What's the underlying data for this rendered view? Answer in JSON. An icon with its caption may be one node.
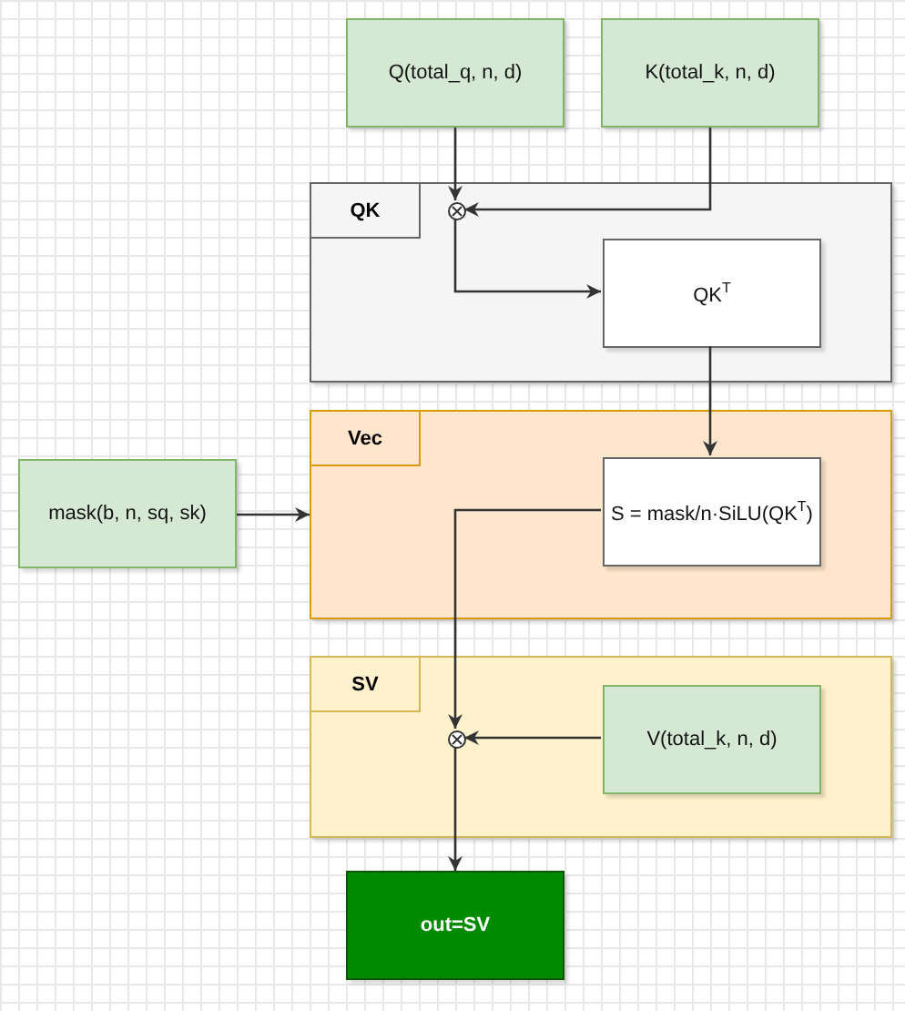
{
  "diagram": {
    "nodes": [
      {
        "text": [
          "Q(total_q, n, d)"
        ]
      },
      {
        "text": [
          "K(total_k, n, d)"
        ]
      },
      {
        "text": [
          "QK"
        ]
      },
      {
        "text": [],
        "shape": "circle",
        "in": 2
      },
      {
        "text": [
          "QK$^{T}$"
        ],
        "in": 2
      },
      {
        "text": [
          "Vec"
        ]
      },
      {
        "text": [
          "S = mask/n·SiLU(QK$^{T}$)"
        ],
        "in": 5
      },
      {
        "text": [
          "mask(b, n, sq, sk)"
        ]
      },
      {
        "text": [
          "SV"
        ]
      },
      {
        "text": [],
        "shape": "circle",
        "in": 8
      },
      {
        "text": [
          "V(total_k, n, d)"
        ],
        "in": 8
      },
      {
        "text": [
          "out=SV"
        ]
      }
    ],
    "edges": [
      {
        "from": 0,
        "to": 3,
        "arrow": "to"
      },
      {
        "from": 1,
        "to": 3,
        "arrow": "to"
      },
      {
        "from": 3,
        "to": 4,
        "arrow": "to"
      },
      {
        "from": 4,
        "to": 6,
        "arrow": "to"
      },
      {
        "from": 7,
        "to": 5,
        "arrow": "to"
      },
      {
        "from": 6,
        "to": 9,
        "arrow": "to"
      },
      {
        "from": 10,
        "to": 9,
        "arrow": "to"
      },
      {
        "from": 9,
        "to": 11,
        "arrow": "to"
      }
    ]
  }
}
